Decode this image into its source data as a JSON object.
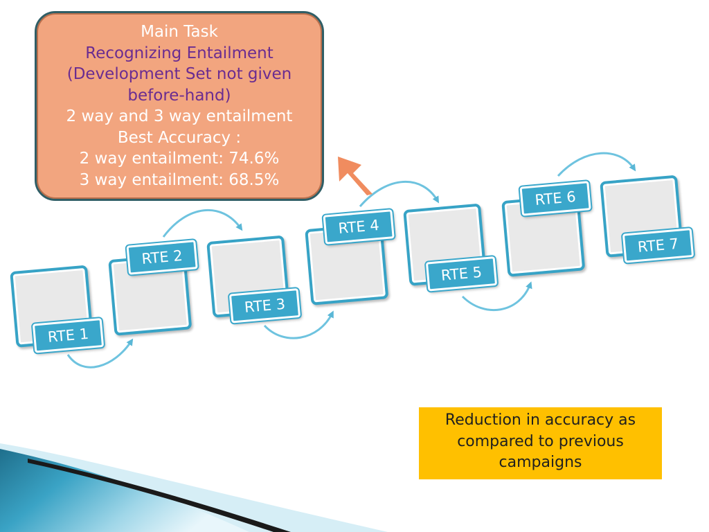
{
  "callout": {
    "lines": [
      {
        "text": "Main Task",
        "color": "white"
      },
      {
        "text": "Recognizing Entailment",
        "color": "purple"
      },
      {
        "text": "(Development Set not given",
        "color": "purple"
      },
      {
        "text": "before-hand)",
        "color": "purple"
      },
      {
        "text": "2 way and 3 way entailment",
        "color": "white"
      },
      {
        "text": "Best Accuracy :",
        "color": "white"
      },
      {
        "text": "2 way entailment: 74.6%",
        "color": "white"
      },
      {
        "text": "3 way entailment: 68.5%",
        "color": "white"
      }
    ]
  },
  "steps": [
    {
      "label": "RTE 1",
      "tag_position": "bottom"
    },
    {
      "label": "RTE 2",
      "tag_position": "top"
    },
    {
      "label": "RTE 3",
      "tag_position": "bottom"
    },
    {
      "label": "RTE 4",
      "tag_position": "top"
    },
    {
      "label": "RTE 5",
      "tag_position": "bottom"
    },
    {
      "label": "RTE 6",
      "tag_position": "top"
    },
    {
      "label": "RTE 7",
      "tag_position": "bottom"
    }
  ],
  "note": {
    "lines": [
      "Reduction in accuracy as",
      "compared to previous",
      "campaigns"
    ]
  },
  "colors": {
    "callout_fill": "#F2A57F",
    "callout_border": "#2F5E66",
    "purple_text": "#6A2C91",
    "step_blue": "#37A3C6",
    "highlight_arrow": "#F08C5F",
    "note_fill": "#FFC000"
  }
}
